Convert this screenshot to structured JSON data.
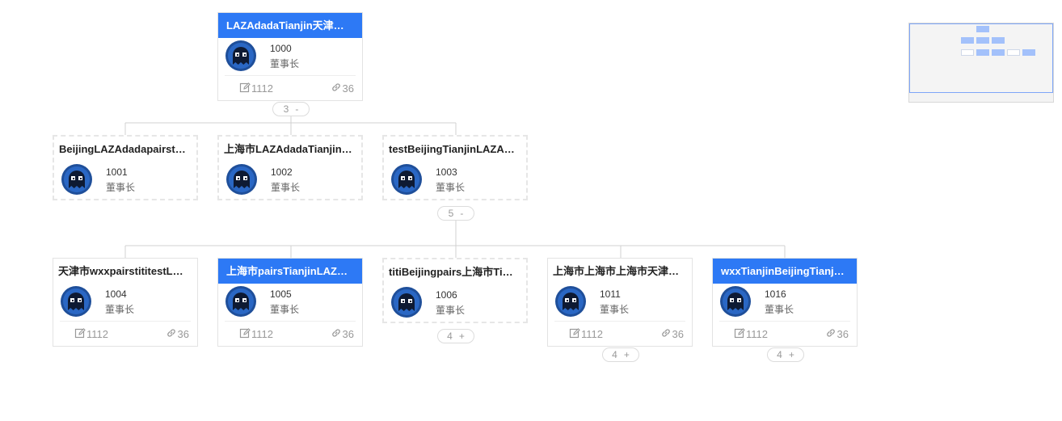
{
  "nodes": [
    {
      "id": "n1000",
      "title": "LAZAdadaTianjin天津…",
      "number": "1000",
      "role": "董事长",
      "edit_count": "1112",
      "link_count": "36",
      "highlight": true,
      "footer": true
    },
    {
      "id": "n1001",
      "title": "BeijingLAZAdadapairst…",
      "number": "1001",
      "role": "董事长",
      "highlight": false,
      "footer": false
    },
    {
      "id": "n1002",
      "title": "上海市LAZAdadaTianjin…",
      "number": "1002",
      "role": "董事长",
      "highlight": false,
      "footer": false
    },
    {
      "id": "n1003",
      "title": "testBeijingTianjinLAZA…",
      "number": "1003",
      "role": "董事长",
      "highlight": false,
      "footer": false
    },
    {
      "id": "n1004",
      "title": "天津市wxxpairstititestL…",
      "number": "1004",
      "role": "董事长",
      "edit_count": "1112",
      "link_count": "36",
      "highlight": false,
      "footer": true
    },
    {
      "id": "n1005",
      "title": "上海市pairsTianjinLAZ…",
      "number": "1005",
      "role": "董事长",
      "edit_count": "1112",
      "link_count": "36",
      "highlight": true,
      "footer": true
    },
    {
      "id": "n1006",
      "title": "titiBeijingpairs上海市Ti…",
      "number": "1006",
      "role": "董事长",
      "highlight": false,
      "footer": false
    },
    {
      "id": "n1011",
      "title": "上海市上海市上海市天津…",
      "number": "1011",
      "role": "董事长",
      "edit_count": "1112",
      "link_count": "36",
      "highlight": false,
      "footer": true
    },
    {
      "id": "n1016",
      "title": "wxxTianjinBeijingTianj…",
      "number": "1016",
      "role": "董事长",
      "edit_count": "1112",
      "link_count": "36",
      "highlight": true,
      "footer": true
    }
  ],
  "toggles": [
    {
      "id": "t1000",
      "count": "3",
      "sign": "-"
    },
    {
      "id": "t1003",
      "count": "5",
      "sign": "-"
    },
    {
      "id": "t1006",
      "count": "4",
      "sign": "+"
    },
    {
      "id": "t1011",
      "count": "4",
      "sign": "+"
    },
    {
      "id": "t1016",
      "count": "4",
      "sign": "+"
    }
  ],
  "colors": {
    "accent": "#2d79f5",
    "line": "#d0d0d0"
  },
  "icons": {
    "edit": "edit-icon",
    "link": "link-icon",
    "avatar": "ghost-avatar-icon"
  }
}
